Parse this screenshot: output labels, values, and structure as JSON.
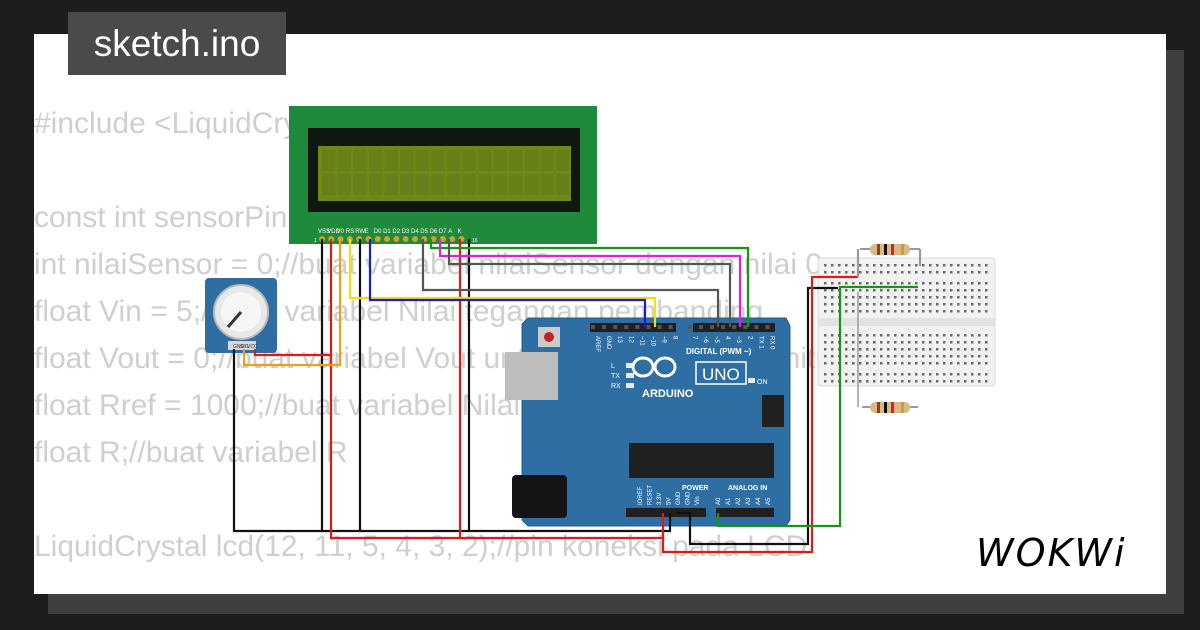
{
  "file_tab": {
    "title": "sketch.ino"
  },
  "code_lines": [
    "#include <LiquidCrystal.h>",
    "",
    "const int sensorPin = A0;//pin input R",
    "int nilaiSensor = 0;//buat variabel nilaiSensor dengan nilai 0",
    "float Vin = 5;//buat variabel Nilai tegangan pembanding",
    "float Vout = 0;//buat variabel Vout untuk menampung perhitungan nilai R",
    "float Rref = 1000;//buat variabel Nilai R pembanding",
    "float R;//buat variabel R",
    "",
    "LiquidCrystal lcd(12, 11, 5, 4, 3, 2);//pin koneksi pada LCD"
  ],
  "lcd": {
    "pin_labels": [
      "VSS",
      "VDD",
      "V0",
      "RS",
      "RW",
      "E",
      "D0",
      "D1",
      "D2",
      "D3",
      "D4",
      "D5",
      "D6",
      "D7",
      "A",
      "K"
    ],
    "pin_first": "1",
    "pin_last": "16"
  },
  "potentiometer": {
    "pin_labels": [
      "GND",
      "SIG",
      "VCC"
    ]
  },
  "arduino": {
    "brand": "ARDUINO",
    "model": "UNO",
    "on_label": "ON",
    "digital_header": "DIGITAL (PWM ~)",
    "digital_pins": [
      "AREF",
      "GND",
      "13",
      "12",
      "~11",
      "~10",
      "~9",
      "8",
      "7",
      "~6",
      "~5",
      "4",
      "~3",
      "2",
      "TX 1",
      "RX 0"
    ],
    "led_labels": [
      "L",
      "TX",
      "RX"
    ],
    "power_header": "POWER",
    "power_pins": [
      "IOREF",
      "RESET",
      "3.3V",
      "5V",
      "GND",
      "GND",
      "Vin"
    ],
    "analog_header": "ANALOG IN",
    "analog_pins": [
      "A0",
      "A1",
      "A2",
      "A3",
      "A4",
      "A5"
    ]
  },
  "brand_logo": {
    "text": "WOKWi"
  },
  "colors": {
    "background": "#1d1d1d",
    "card": "#ffffff",
    "code_text": "#cfcfcf",
    "lcd_board": "#1e8a3a",
    "lcd_screen": "#6f8a12",
    "arduino_board": "#2f6ea3",
    "wire_red": "#e01818",
    "wire_black": "#111111",
    "wire_green": "#119a11",
    "wire_magenta": "#e01ee0",
    "wire_blue": "#1a1ad8",
    "wire_yellow": "#f0e010",
    "wire_orange": "#f0a018"
  }
}
